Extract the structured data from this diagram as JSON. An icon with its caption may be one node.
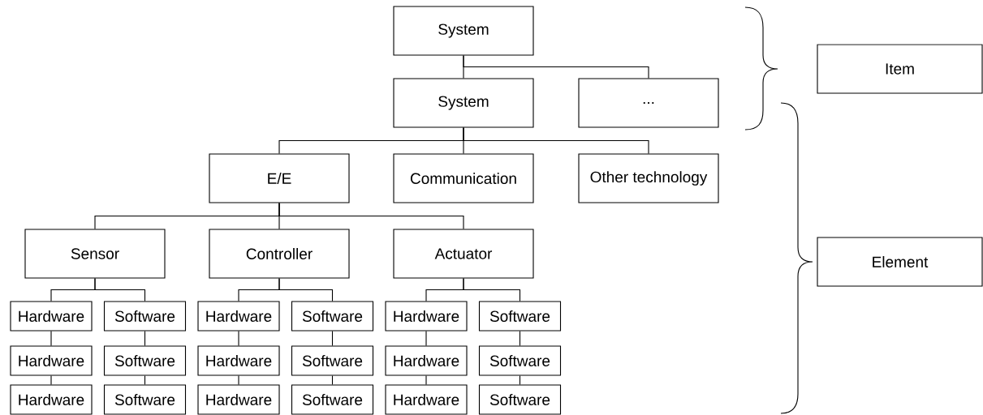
{
  "diagram": {
    "nodes": [
      {
        "text": [
          "System"
        ]
      },
      {
        "text": [
          "System"
        ]
      },
      {
        "text": [
          "..."
        ]
      },
      {
        "text": [
          "E/E"
        ]
      },
      {
        "text": [
          "Communication"
        ]
      },
      {
        "text": [
          "Other technology"
        ]
      },
      {
        "text": [
          "Sensor"
        ]
      },
      {
        "text": [
          "Controller"
        ]
      },
      {
        "text": [
          "Actuator"
        ]
      },
      {
        "text": [
          "Hardware"
        ]
      },
      {
        "text": [
          "Software"
        ]
      },
      {
        "text": [
          "Hardware"
        ]
      },
      {
        "text": [
          "Software"
        ]
      },
      {
        "text": [
          "Hardware"
        ]
      },
      {
        "text": [
          "Software"
        ]
      },
      {
        "text": [
          "Hardware"
        ]
      },
      {
        "text": [
          "Software"
        ]
      },
      {
        "text": [
          "Hardware"
        ]
      },
      {
        "text": [
          "Software"
        ]
      },
      {
        "text": [
          "Hardware"
        ]
      },
      {
        "text": [
          "Software"
        ]
      },
      {
        "text": [
          "Hardware"
        ]
      },
      {
        "text": [
          "Software"
        ]
      },
      {
        "text": [
          "Hardware"
        ]
      },
      {
        "text": [
          "Software"
        ]
      },
      {
        "text": [
          "Hardware"
        ]
      },
      {
        "text": [
          "Software"
        ]
      },
      {
        "text": [
          "Item"
        ]
      },
      {
        "text": [
          "Element"
        ]
      }
    ],
    "edges": [
      {
        "from": 0,
        "to": 1,
        "arrow": "none"
      },
      {
        "from": 0,
        "to": 2,
        "arrow": "none"
      },
      {
        "from": 1,
        "to": 3,
        "arrow": "none"
      },
      {
        "from": 1,
        "to": 4,
        "arrow": "none"
      },
      {
        "from": 1,
        "to": 5,
        "arrow": "none"
      },
      {
        "from": 3,
        "to": 6,
        "arrow": "none"
      },
      {
        "from": 3,
        "to": 7,
        "arrow": "none"
      },
      {
        "from": 3,
        "to": 8,
        "arrow": "none"
      },
      {
        "from": 6,
        "to": 9,
        "arrow": "none"
      },
      {
        "from": 6,
        "to": 10,
        "arrow": "none"
      },
      {
        "from": 7,
        "to": 11,
        "arrow": "none"
      },
      {
        "from": 7,
        "to": 12,
        "arrow": "none"
      },
      {
        "from": 8,
        "to": 13,
        "arrow": "none"
      },
      {
        "from": 8,
        "to": 14,
        "arrow": "none"
      },
      {
        "from": 9,
        "to": 15,
        "arrow": "none"
      },
      {
        "from": 10,
        "to": 16,
        "arrow": "none"
      },
      {
        "from": 11,
        "to": 17,
        "arrow": "none"
      },
      {
        "from": 12,
        "to": 18,
        "arrow": "none"
      },
      {
        "from": 13,
        "to": 19,
        "arrow": "none"
      },
      {
        "from": 14,
        "to": 20,
        "arrow": "none"
      },
      {
        "from": 15,
        "to": 21,
        "arrow": "none"
      },
      {
        "from": 16,
        "to": 22,
        "arrow": "none"
      },
      {
        "from": 17,
        "to": 23,
        "arrow": "none"
      },
      {
        "from": 18,
        "to": 24,
        "arrow": "none"
      },
      {
        "from": 19,
        "to": 25,
        "arrow": "none"
      },
      {
        "from": 20,
        "to": 26,
        "arrow": "none"
      }
    ]
  }
}
